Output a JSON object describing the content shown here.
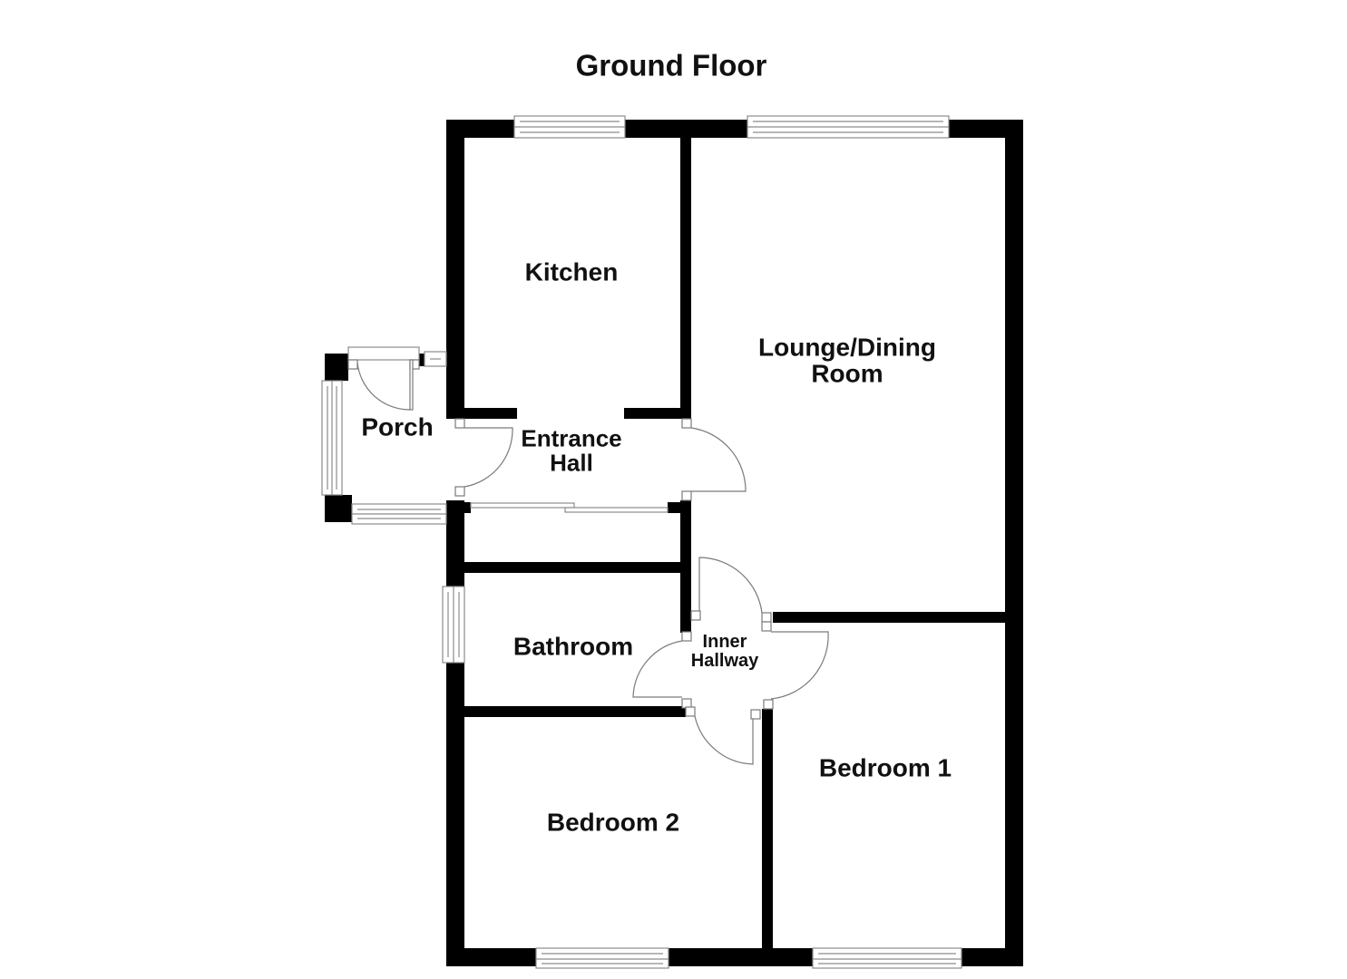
{
  "title": "Ground Floor",
  "colors": {
    "wall": "#000000",
    "fixture_line": "#8c8c8c",
    "background": "#ffffff",
    "text": "#111111"
  },
  "rooms": {
    "kitchen": {
      "label": "Kitchen"
    },
    "lounge": {
      "line1": "Lounge/Dining",
      "line2": "Room"
    },
    "porch": {
      "label": "Porch"
    },
    "entrance_hall": {
      "line1": "Entrance",
      "line2": "Hall"
    },
    "bathroom": {
      "label": "Bathroom"
    },
    "inner_hallway": {
      "line1": "Inner",
      "line2": "Hallway"
    },
    "bedroom1": {
      "label": "Bedroom 1"
    },
    "bedroom2": {
      "label": "Bedroom 2"
    }
  },
  "icons": {
    "window": "window-icon",
    "door": "door-swing-icon",
    "sliding_door": "sliding-door-icon"
  }
}
